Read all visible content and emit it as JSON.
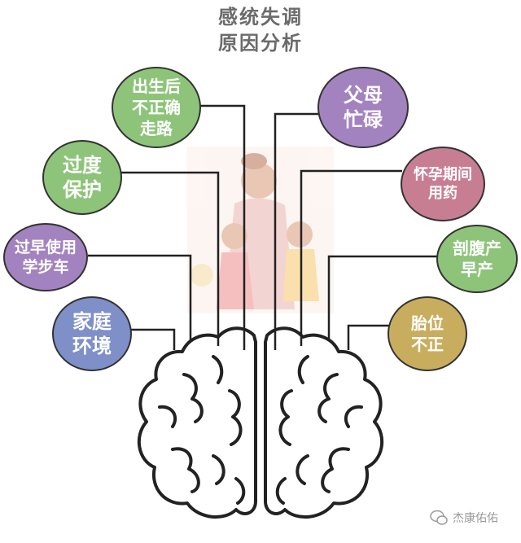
{
  "title": {
    "line1": "感统失调",
    "line2": "原因分析"
  },
  "causes": {
    "birth": {
      "lines": [
        "出生后",
        "不正确",
        "走路"
      ],
      "color": "#8ec47a"
    },
    "overprotect": {
      "lines": [
        "过度",
        "保护"
      ],
      "color": "#8ec47a"
    },
    "walker": {
      "lines": [
        "过早使用",
        "学步车"
      ],
      "color": "#a383bf"
    },
    "family": {
      "lines": [
        "家庭",
        "环境"
      ],
      "color": "#7f8fc8"
    },
    "parents": {
      "lines": [
        "父母",
        "忙碌"
      ],
      "color": "#a383bf"
    },
    "pregnancy": {
      "lines": [
        "怀孕期间",
        "用药"
      ],
      "color": "#c87e92"
    },
    "csection": {
      "lines": [
        "剖腹产",
        "早产"
      ],
      "color": "#8ec47a"
    },
    "position": {
      "lines": [
        "胎位",
        "不正"
      ],
      "color": "#c9ad5f"
    }
  },
  "watermark": {
    "text": "杰康佑佑"
  }
}
